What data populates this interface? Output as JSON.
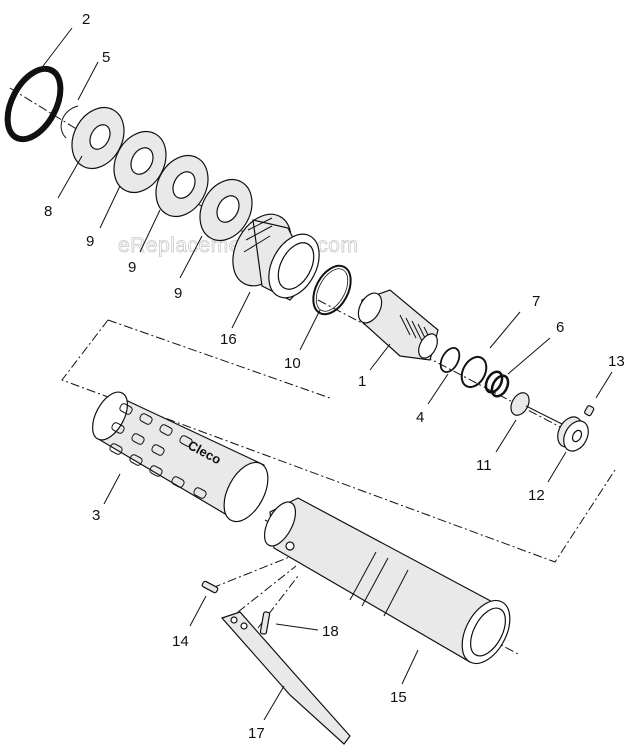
{
  "watermark": "eReplacementParts.com",
  "grip_brand": "Cleco",
  "callouts": {
    "c1": "1",
    "c2": "2",
    "c3": "3",
    "c4": "4",
    "c5": "5",
    "c6": "6",
    "c7": "7",
    "c8": "8",
    "c9a": "9",
    "c9b": "9",
    "c9c": "9",
    "c10": "10",
    "c11": "11",
    "c12": "12",
    "c13": "13",
    "c14": "14",
    "c15": "15",
    "c16": "16",
    "c17": "17",
    "c18": "18"
  }
}
